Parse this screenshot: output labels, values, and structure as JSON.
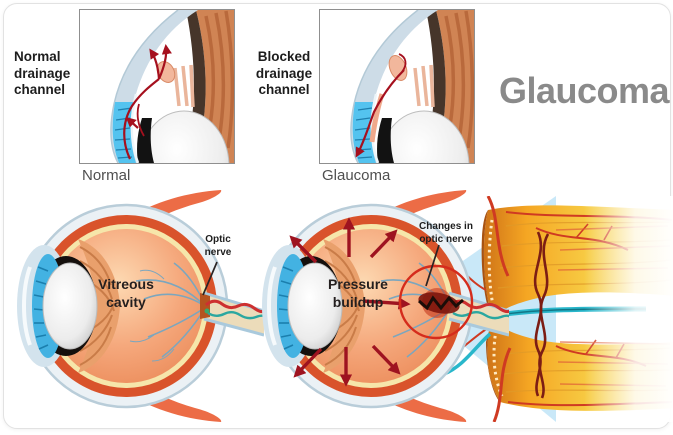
{
  "title": "Glaucoma",
  "insets": {
    "normal": {
      "label": "Normal\ndrainage\nchannel",
      "caption": "Normal"
    },
    "blocked": {
      "label": "Blocked\ndrainage\nchannel",
      "caption": "Glaucoma"
    }
  },
  "eye_normal": {
    "cavity_label": "Vitreous\ncavity",
    "nerve_label": "Optic\nnerve"
  },
  "eye_glaucoma": {
    "pressure_label": "Pressure\nbuildup",
    "changes_label": "Changes in\noptic nerve"
  },
  "colors": {
    "title_gray": "#8a8a8a",
    "caption_gray": "#4f4f4f",
    "label_dark": "#1d1d1d",
    "arrow_red": "#9e1320",
    "highlight_circle_red": "#d52c1c",
    "cone_blue": "#c6e7f8",
    "sclera_blue": "#ebf1f5",
    "choroid_red": "#d9532b",
    "retina_yellow": "#f6e6aa",
    "vitreous_orange": "#f5a87c",
    "iris_blue": "#43b2e2",
    "muscle_orange": "#ec6c46",
    "nerve_fiber_orange": "#f5a623",
    "central_vessel_teal": "#29b7cb"
  }
}
